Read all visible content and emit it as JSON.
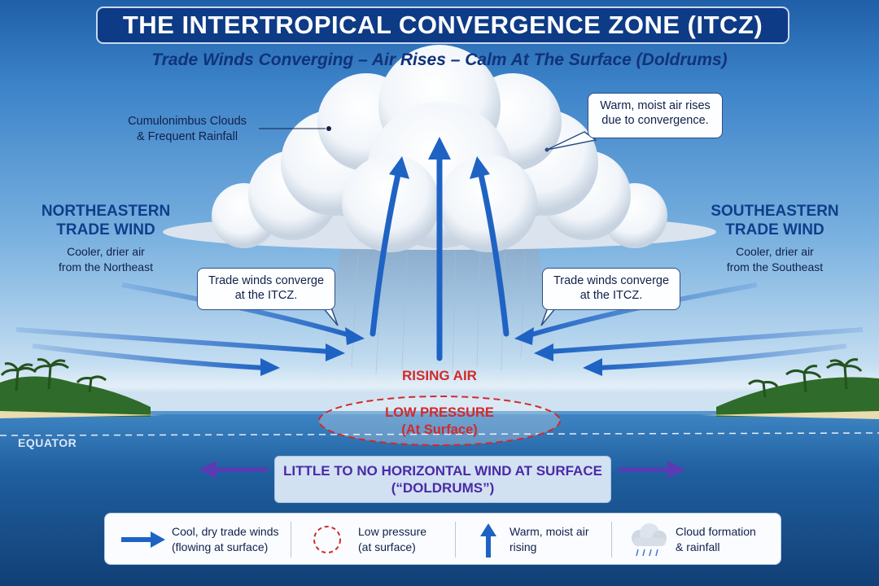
{
  "title": "THE INTERTROPICAL CONVERGENCE ZONE (ITCZ)",
  "subtitle": "Trade Winds Converging – Air Rises – Calm At The Surface (Doldrums)",
  "cloud_label": [
    "Cumulonimbus Clouds",
    "& Frequent Rainfall"
  ],
  "rising_callout": [
    "Warm, moist air rises",
    "due to convergence."
  ],
  "northeast": {
    "title": [
      "NORTHEASTERN",
      "TRADE WIND"
    ],
    "desc": [
      "Cooler, drier air",
      "from the Northeast"
    ]
  },
  "southeast": {
    "title": [
      "SOUTHEASTERN",
      "TRADE WIND"
    ],
    "desc": [
      "Cooler, drier air",
      "from the Southeast"
    ]
  },
  "converge_left": [
    "Trade winds converge",
    "at the ITCZ."
  ],
  "converge_right": [
    "Trade winds converge",
    "at the ITCZ."
  ],
  "rising_air": "RISING AIR",
  "low_pressure": [
    "LOW PRESSURE",
    "(At Surface)"
  ],
  "equator": "EQUATOR",
  "doldrums": [
    "LITTLE TO NO HORIZONTAL WIND AT SURFACE",
    "(“DOLDRUMS”)"
  ],
  "legend": [
    {
      "icon": "arrow-right-icon",
      "lines": [
        "Cool, dry trade winds",
        "(flowing at surface)"
      ]
    },
    {
      "icon": "dashed-circle-icon",
      "lines": [
        "Low pressure",
        "(at surface)"
      ]
    },
    {
      "icon": "arrow-up-icon",
      "lines": [
        "Warm, moist air",
        "rising"
      ]
    },
    {
      "icon": "rain-cloud-icon",
      "lines": [
        "Cloud formation",
        "& rainfall"
      ]
    }
  ],
  "colors": {
    "title_bg": "#0e3b86",
    "wind_arrow": "#1e63c4",
    "low_pressure": "#d22a2a",
    "doldrums_text": "#4b2aa6",
    "ocean": "#1d5e9e"
  }
}
